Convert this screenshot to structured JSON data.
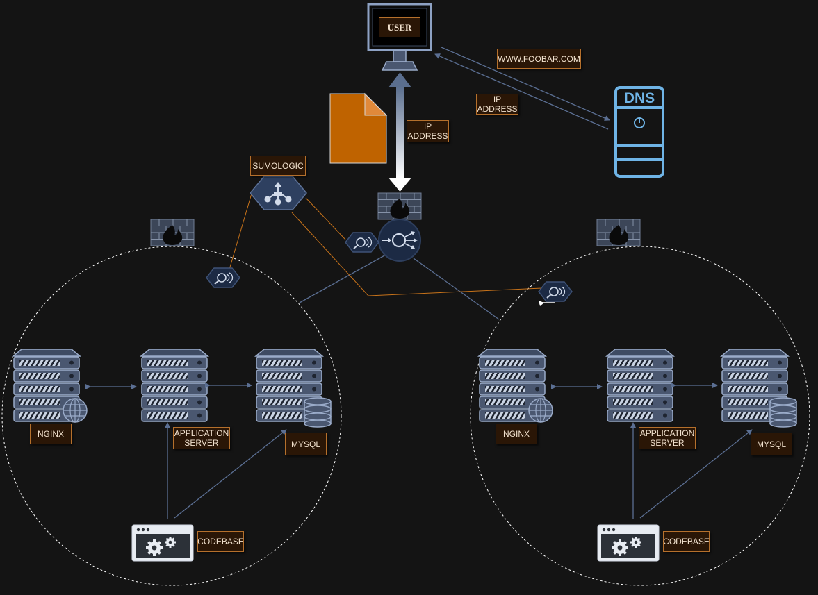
{
  "colors": {
    "background": "#141414",
    "server": "#4a5770",
    "server_outline": "#9aabc9",
    "connector": "#5b6f93",
    "monitor_link": "#c8731a",
    "dns": "#6fb4e6",
    "file": "#bf6300",
    "label_fill": "#2a1606",
    "label_border": "#b5702c"
  },
  "top": {
    "user_label": "USER",
    "domain_label": "WWW.FOOBAR.COM",
    "dns_ip_label": "IP\nADDRESS",
    "user_ip_label": "IP\nADDRESS",
    "dns_text": "DNS",
    "sumologic_label": "SUMOLOGIC"
  },
  "clusters": [
    {
      "web_label": "NGINX",
      "app_label": "APPLICATION\nSERVER",
      "db_label": "MYSQL",
      "code_label": "CODEBASE"
    },
    {
      "web_label": "NGINX",
      "app_label": "APPLICATION\nSERVER",
      "db_label": "MYSQL",
      "code_label": "CODEBASE"
    }
  ],
  "icons": {
    "user": "monitor-icon",
    "dns": "dns-server-icon",
    "file": "document-icon",
    "monitor": "sumologic-hub-icon",
    "firewall": "firewall-icon",
    "load_balancer": "load-balancer-icon",
    "agent": "monitoring-agent-icon",
    "web_server": "server-globe-icon",
    "app_server": "server-icon",
    "db_server": "server-database-icon",
    "codebase": "codebase-window-icon"
  }
}
